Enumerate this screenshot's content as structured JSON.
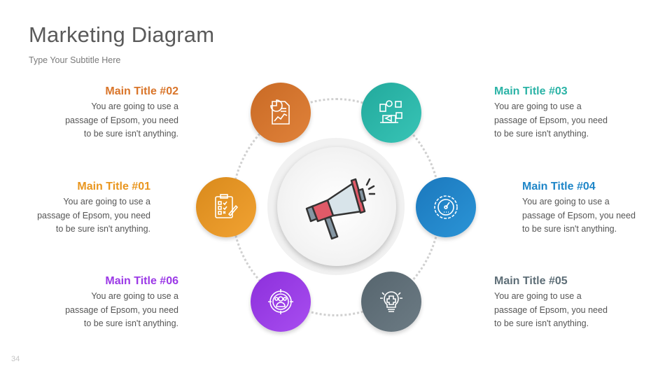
{
  "header": {
    "title": "Marketing Diagram",
    "subtitle": "Type Your Subtitle Here"
  },
  "page_number": "34",
  "center": {
    "icon": "megaphone-icon"
  },
  "items": [
    {
      "id": "01",
      "title": "Main Title #01",
      "lines": [
        "You are going to use a",
        "passage of Epsom, you need",
        "to be sure isn't anything."
      ],
      "color": "#E9961F",
      "icon": "checklist-icon"
    },
    {
      "id": "02",
      "title": "Main Title #02",
      "lines": [
        "You are going to use a",
        "passage of Epsom, you need",
        "to be sure isn't anything."
      ],
      "color": "#D9752A",
      "icon": "report-chart-icon"
    },
    {
      "id": "03",
      "title": "Main Title #03",
      "lines": [
        "You are going to use a",
        "passage of Epsom, you need",
        "to be sure isn't anything."
      ],
      "color": "#2BB3A6",
      "icon": "social-media-marketing-icon"
    },
    {
      "id": "04",
      "title": "Main Title #04",
      "lines": [
        "You are going to use a",
        "passage of Epsom, you need",
        "to be sure isn't anything."
      ],
      "color": "#1F86C8",
      "icon": "performance-gauge-icon"
    },
    {
      "id": "05",
      "title": "Main Title #05",
      "lines": [
        "You are going to use a",
        "passage of Epsom, you need",
        "to be sure isn't anything."
      ],
      "color": "#5E6E77",
      "icon": "idea-bulb-icon"
    },
    {
      "id": "06",
      "title": "Main Title #06",
      "lines": [
        "You are going to use a",
        "passage of Epsom, you need",
        "to be sure isn't anything."
      ],
      "color": "#9B39E6",
      "icon": "target-audience-icon"
    }
  ]
}
